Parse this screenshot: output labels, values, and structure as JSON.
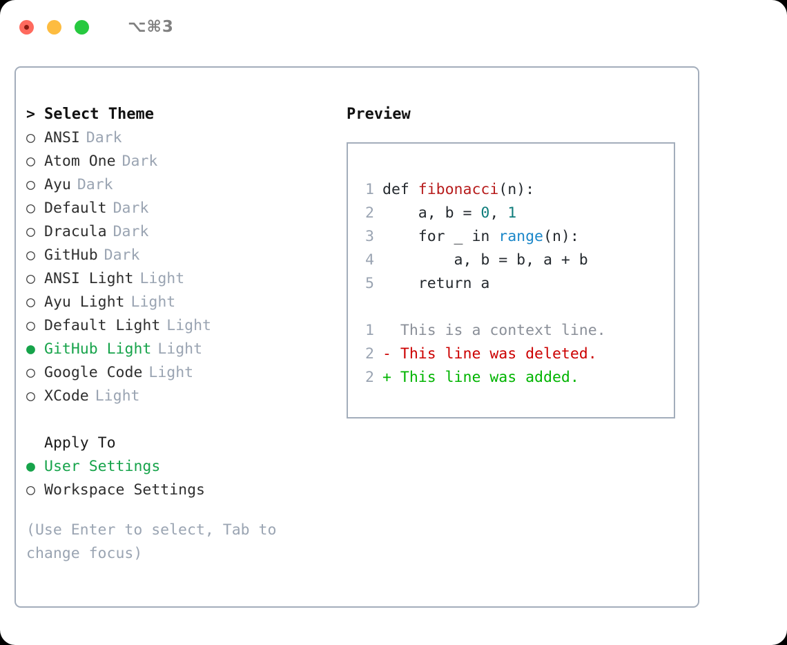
{
  "titlebar": {
    "shortcut": "⌥⌘3",
    "lights": [
      "close",
      "minimize",
      "maximize"
    ]
  },
  "theme_picker": {
    "heading_marker": ">",
    "heading": "Select Theme",
    "unselected_marker": "○",
    "selected_marker": "●",
    "items": [
      {
        "name": "ANSI",
        "tag": "Dark",
        "selected": false
      },
      {
        "name": "Atom One",
        "tag": "Dark",
        "selected": false
      },
      {
        "name": "Ayu",
        "tag": "Dark",
        "selected": false
      },
      {
        "name": "Default",
        "tag": "Dark",
        "selected": false
      },
      {
        "name": "Dracula",
        "tag": "Dark",
        "selected": false
      },
      {
        "name": "GitHub",
        "tag": "Dark",
        "selected": false
      },
      {
        "name": "ANSI Light",
        "tag": "Light",
        "selected": false
      },
      {
        "name": "Ayu Light",
        "tag": "Light",
        "selected": false
      },
      {
        "name": "Default Light",
        "tag": "Light",
        "selected": false
      },
      {
        "name": "GitHub Light",
        "tag": "Light",
        "selected": true
      },
      {
        "name": "Google Code",
        "tag": "Light",
        "selected": false
      },
      {
        "name": "XCode",
        "tag": "Light",
        "selected": false
      }
    ]
  },
  "apply_to": {
    "title": "Apply To",
    "options": [
      {
        "name": "User Settings",
        "selected": true
      },
      {
        "name": "Workspace Settings",
        "selected": false
      }
    ]
  },
  "hint": "(Use Enter to select, Tab to change focus)",
  "preview": {
    "title": "Preview",
    "code_lines": [
      {
        "no": "1",
        "segments": [
          {
            "text": "def ",
            "kind": "plain"
          },
          {
            "text": "fibonacci",
            "kind": "fn"
          },
          {
            "text": "(n):",
            "kind": "plain"
          }
        ]
      },
      {
        "no": "2",
        "segments": [
          {
            "text": "    a, b = ",
            "kind": "plain"
          },
          {
            "text": "0",
            "kind": "num"
          },
          {
            "text": ", ",
            "kind": "plain"
          },
          {
            "text": "1",
            "kind": "num"
          }
        ]
      },
      {
        "no": "3",
        "segments": [
          {
            "text": "    for _ in ",
            "kind": "plain"
          },
          {
            "text": "range",
            "kind": "call"
          },
          {
            "text": "(n):",
            "kind": "plain"
          }
        ]
      },
      {
        "no": "4",
        "segments": [
          {
            "text": "        a, b = b, a + b",
            "kind": "plain"
          }
        ]
      },
      {
        "no": "5",
        "segments": [
          {
            "text": "    return a",
            "kind": "plain"
          }
        ]
      }
    ],
    "diff_lines": [
      {
        "no": "1",
        "sign": " ",
        "text": " This is a context line.",
        "kind": "ctx"
      },
      {
        "no": "2",
        "sign": "-",
        "text": " This line was deleted.",
        "kind": "del"
      },
      {
        "no": "2",
        "sign": "+",
        "text": " This line was added.",
        "kind": "add"
      }
    ]
  },
  "colors": {
    "selection_green": "#16a34a",
    "tag_gray": "#9aa4b2",
    "border": "#a3adbb",
    "function_red": "#b71c1c",
    "number_teal": "#0e7c7b",
    "call_blue": "#1b87c9",
    "diff_delete": "#cc0000",
    "diff_add": "#00b400"
  }
}
